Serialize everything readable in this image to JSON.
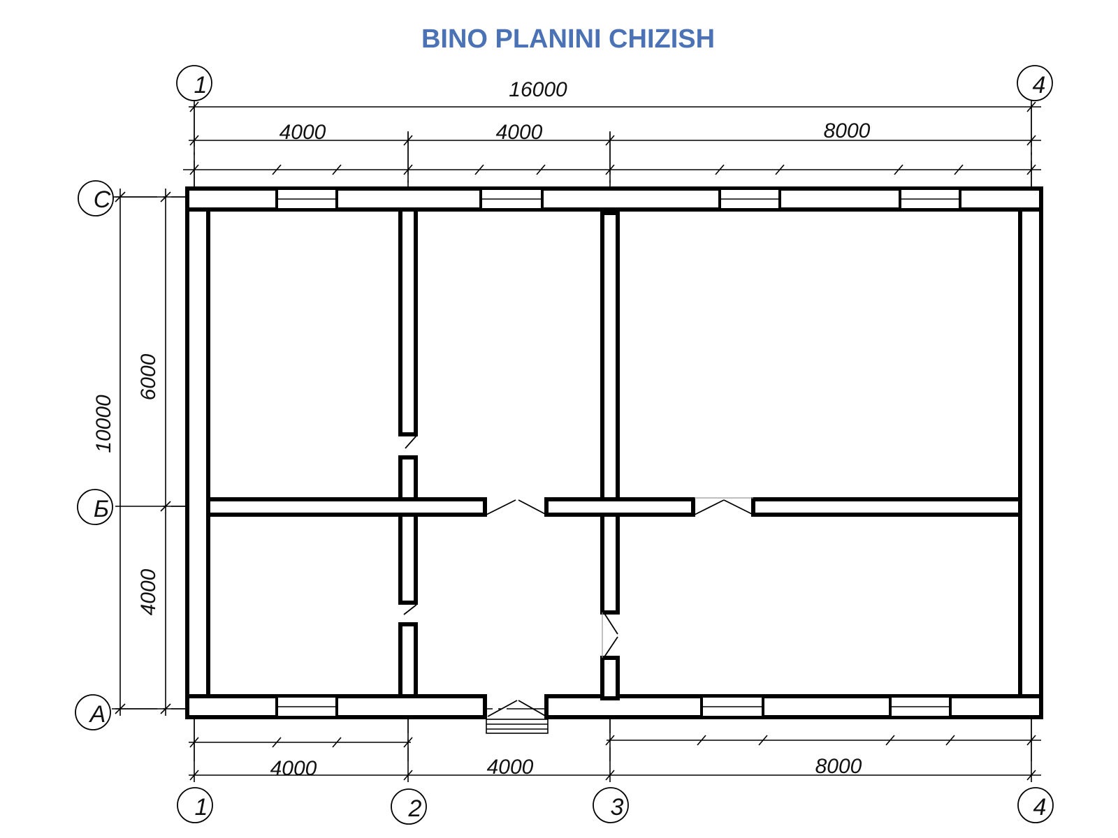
{
  "title": "BINO PLANINI CHIZISH",
  "colors": {
    "title": "#4a72b5",
    "line": "#000000"
  },
  "axes": {
    "top_left": "1",
    "top_right": "4",
    "bottom": [
      "1",
      "2",
      "3",
      "4"
    ],
    "left": [
      "С",
      "Б",
      "А"
    ]
  },
  "dimensions": {
    "top_overall": "16000",
    "top_segments": [
      "4000",
      "4000",
      "8000"
    ],
    "bottom_segments": [
      "4000",
      "4000",
      "8000"
    ],
    "left_overall": "10000",
    "left_segments": [
      "6000",
      "4000"
    ]
  }
}
